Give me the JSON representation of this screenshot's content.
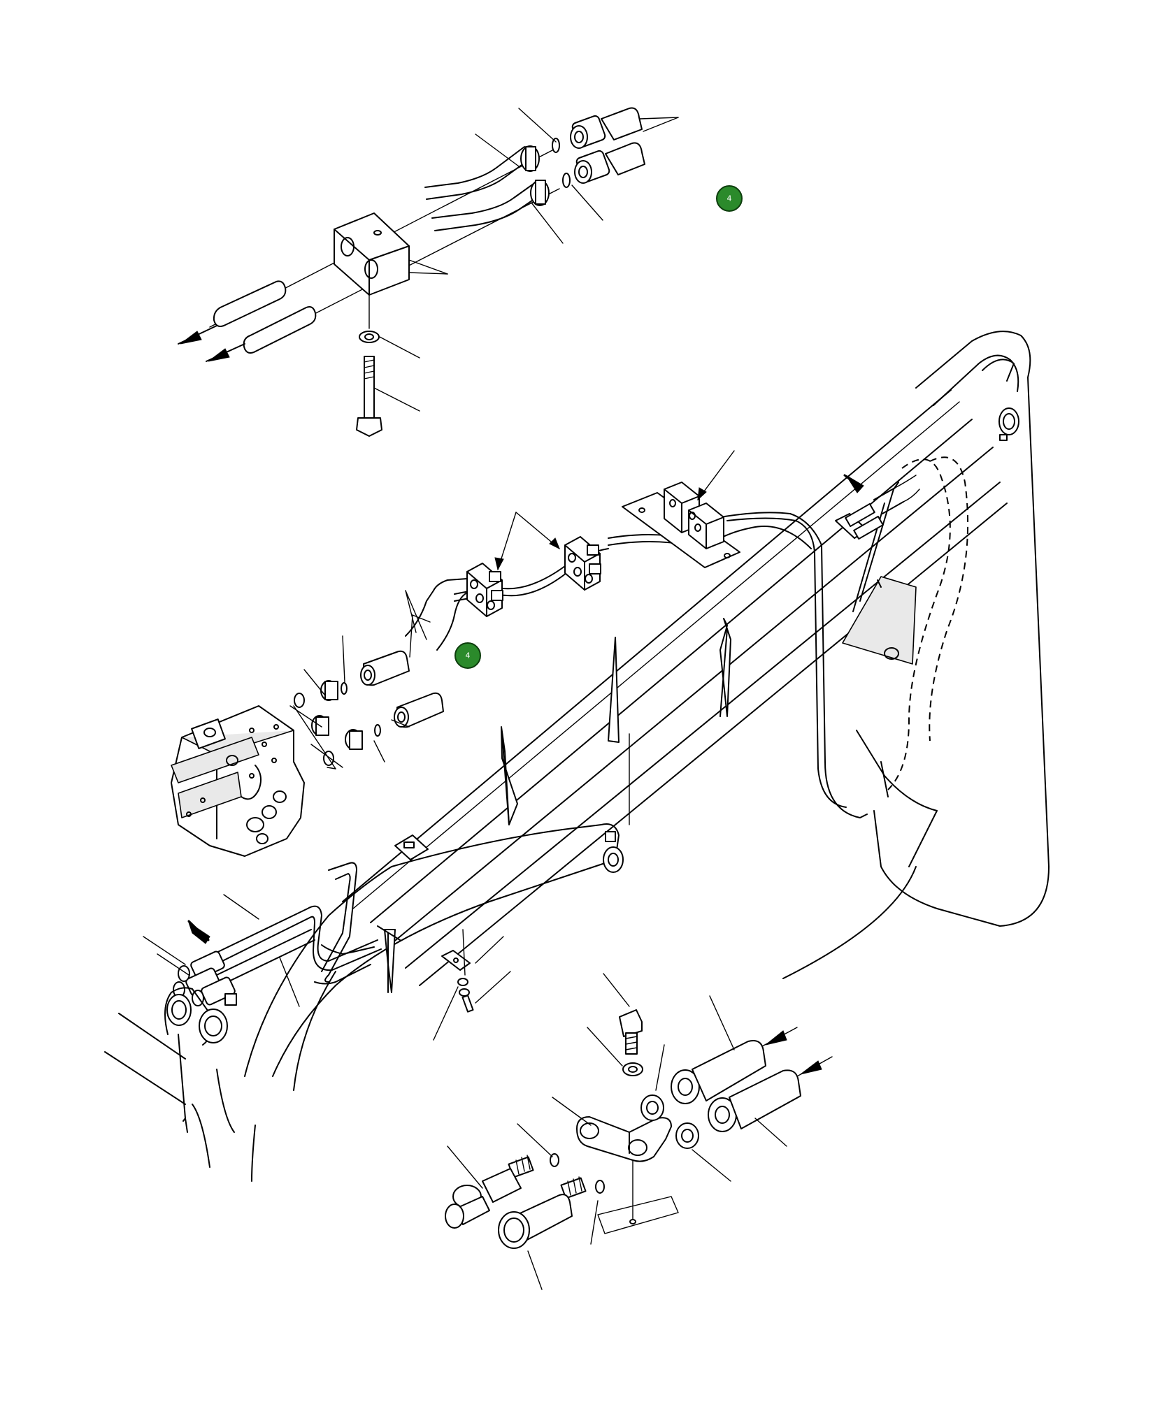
{
  "callouts": [
    {
      "id": "callout-top",
      "label": "4"
    },
    {
      "id": "callout-middle",
      "label": "4"
    }
  ],
  "colors": {
    "callout_fill": "#2b8a2b",
    "callout_text": "#ffffff",
    "line": "#000000",
    "background": "#ffffff"
  }
}
